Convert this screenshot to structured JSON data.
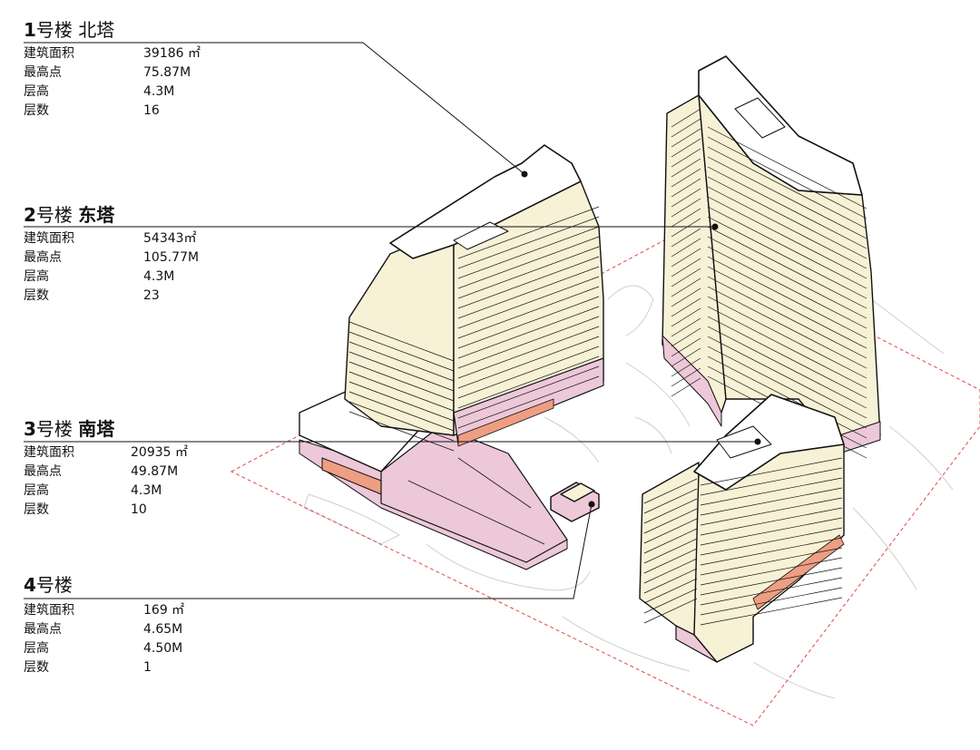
{
  "buildings": [
    {
      "num": "1",
      "suffix": "号楼 ",
      "name": "北塔",
      "name_bold": false,
      "rows": [
        {
          "label": "建筑面积",
          "value": "39186 ㎡"
        },
        {
          "label": "最高点",
          "value": "75.87M"
        },
        {
          "label": "层高",
          "value": "4.3M"
        },
        {
          "label": "层数",
          "value": "16"
        }
      ]
    },
    {
      "num": "2",
      "suffix": "号楼 ",
      "name": "东塔",
      "name_bold": true,
      "rows": [
        {
          "label": "建筑面积",
          "value": "54343㎡"
        },
        {
          "label": "最高点",
          "value": "105.77M"
        },
        {
          "label": "层高",
          "value": "4.3M"
        },
        {
          "label": "层数",
          "value": "23"
        }
      ]
    },
    {
      "num": "3",
      "suffix": "号楼 ",
      "name": "南塔",
      "name_bold": true,
      "rows": [
        {
          "label": "建筑面积",
          "value": "20935 ㎡"
        },
        {
          "label": "最高点",
          "value": "49.87M"
        },
        {
          "label": "层高",
          "value": "4.3M"
        },
        {
          "label": "层数",
          "value": "10"
        }
      ]
    },
    {
      "num": "4",
      "suffix": "号楼",
      "name": "",
      "name_bold": false,
      "rows": [
        {
          "label": "建筑面积",
          "value": "169 ㎡"
        },
        {
          "label": "最高点",
          "value": "4.65M"
        },
        {
          "label": "层高",
          "value": "4.50M"
        },
        {
          "label": "层数",
          "value": "1"
        }
      ]
    }
  ],
  "colors": {
    "facade_cream": "#f7f1d6",
    "podium_pink": "#ecc8d9",
    "accent_salmon": "#ee9e82",
    "roof_white": "#ffffff",
    "outline": "#111111",
    "site_boundary_red": "#e04848",
    "site_gray": "#c8c8c8"
  }
}
